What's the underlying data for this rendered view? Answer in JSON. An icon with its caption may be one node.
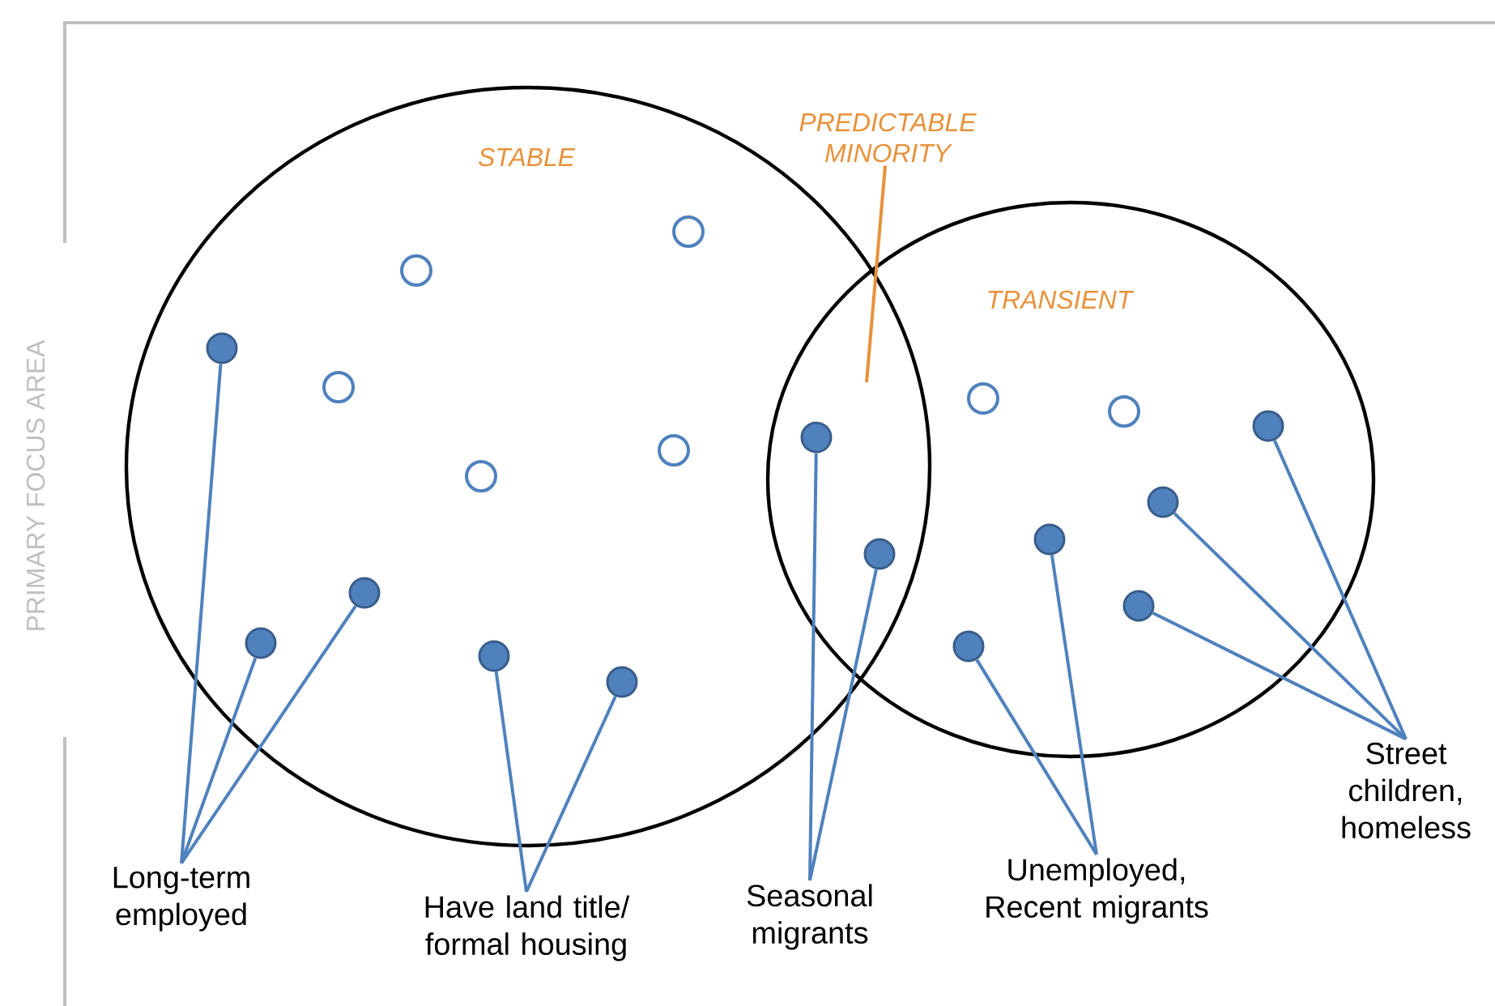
{
  "diagram": {
    "nodes": [
      {
        "text": [
          "STABLE"
        ]
      },
      {
        "text": [
          "PREDICTABLE MINORITY"
        ]
      },
      {
        "text": [
          "TRANSIENT"
        ]
      },
      {
        "text": [],
        "shape": "circle",
        "in": 0
      },
      {
        "text": [],
        "shape": "circle",
        "in": 0
      },
      {
        "text": [],
        "shape": "circle",
        "in": 0
      },
      {
        "text": [],
        "shape": "circle",
        "in": 0
      },
      {
        "text": [],
        "shape": "circle",
        "in": 0
      },
      {
        "text": [],
        "shape": "circle",
        "in": 2
      },
      {
        "text": [],
        "shape": "circle",
        "in": 2
      },
      {
        "text": [],
        "shape": "dot",
        "in": 0
      },
      {
        "text": [],
        "shape": "dot",
        "in": 0
      },
      {
        "text": [],
        "shape": "dot",
        "in": 0
      },
      {
        "text": [],
        "shape": "dot",
        "in": 0
      },
      {
        "text": [],
        "shape": "dot",
        "in": 0
      },
      {
        "text": [],
        "shape": "dot"
      },
      {
        "text": [],
        "shape": "dot"
      },
      {
        "text": [],
        "shape": "dot",
        "in": 2
      },
      {
        "text": [],
        "shape": "dot",
        "in": 2
      },
      {
        "text": [],
        "shape": "dot",
        "in": 2
      },
      {
        "text": [],
        "shape": "dot",
        "in": 2
      },
      {
        "text": [],
        "shape": "dot",
        "in": 2
      },
      {
        "text": [
          "Long-term employed"
        ]
      },
      {
        "text": [
          "Have land title/ formal housing"
        ]
      },
      {
        "text": [
          "Seasonal migrants"
        ]
      },
      {
        "text": [
          "Unemployed, Recent migrants"
        ]
      },
      {
        "text": [
          "Street children, homeless"
        ]
      }
    ],
    "edges": [
      {
        "from": 1,
        "to": null,
        "arrow": "none",
        "color": "#e8913a"
      },
      {
        "from": 10,
        "to": 22,
        "arrow": "none"
      },
      {
        "from": 11,
        "to": 22,
        "arrow": "none"
      },
      {
        "from": 12,
        "to": 22,
        "arrow": "none"
      },
      {
        "from": 13,
        "to": 23,
        "arrow": "none"
      },
      {
        "from": 14,
        "to": 23,
        "arrow": "none"
      },
      {
        "from": 15,
        "to": 24,
        "arrow": "none"
      },
      {
        "from": 16,
        "to": 24,
        "arrow": "none"
      },
      {
        "from": 17,
        "to": 25,
        "arrow": "none"
      },
      {
        "from": 18,
        "to": 25,
        "arrow": "none"
      },
      {
        "from": 19,
        "to": 26,
        "arrow": "none"
      },
      {
        "from": 20,
        "to": 26,
        "arrow": "none"
      },
      {
        "from": 21,
        "to": 26,
        "arrow": "none"
      }
    ],
    "labels": [
      "PRIMARY FOCUS AREA"
    ]
  }
}
